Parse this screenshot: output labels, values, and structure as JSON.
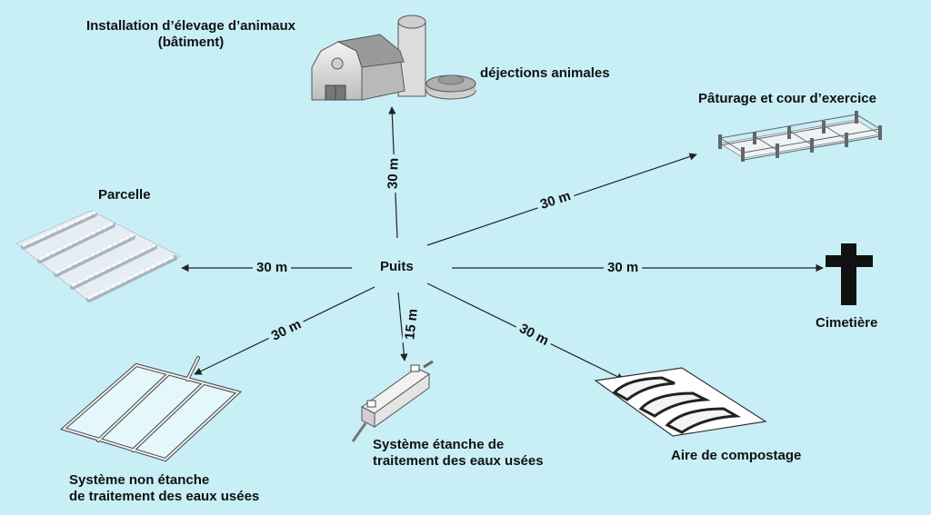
{
  "center_label": "Puits",
  "targets": {
    "batiment": {
      "label_line1": "Installation d’élevage d’animaux",
      "label_line2": "(bâtiment)",
      "distance": "30 m"
    },
    "dejections": {
      "label": "déjections animales"
    },
    "paturage": {
      "label": "Pâturage et cour d’exercice",
      "distance": "30 m"
    },
    "cimetiere": {
      "label": "Cimetière",
      "distance": "30 m"
    },
    "compostage": {
      "label": "Aire de compostage",
      "distance": "30 m"
    },
    "etanche": {
      "label_line1": "Système étanche de",
      "label_line2": "traitement des eaux usées",
      "distance": "15 m"
    },
    "non_etanche": {
      "label_line1": "Système non étanche",
      "label_line2": "de traitement des eaux usées",
      "distance": "30 m"
    },
    "parcelle": {
      "label": "Parcelle",
      "distance": "30 m"
    }
  },
  "colors": {
    "background": "#c8eef6",
    "arrow": "#222222",
    "cross": "#111111"
  }
}
